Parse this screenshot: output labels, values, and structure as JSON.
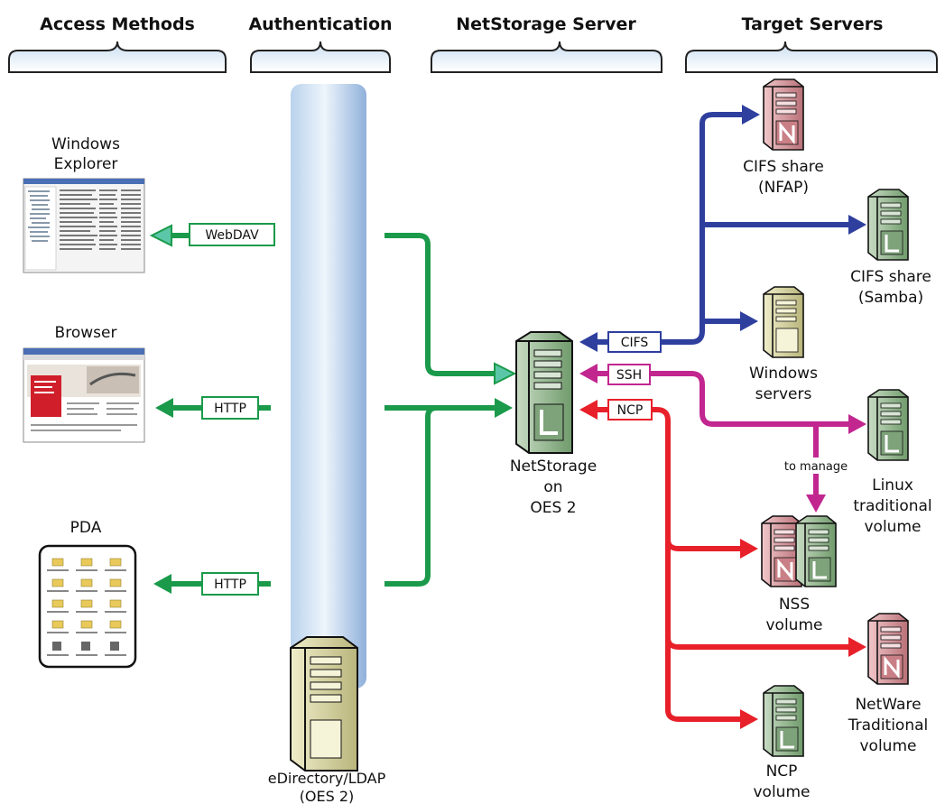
{
  "headers": {
    "access_methods": "Access Methods",
    "authentication": "Authentication",
    "netstorage_server": "NetStorage Server",
    "target_servers": "Target Servers"
  },
  "clients": {
    "windows_explorer": [
      "Windows",
      "Explorer"
    ],
    "browser": "Browser",
    "pda": "PDA"
  },
  "protocols": {
    "webdav": "WebDAV",
    "http_browser": "HTTP",
    "http_pda": "HTTP",
    "cifs": "CIFS",
    "ssh": "SSH",
    "ncp": "NCP",
    "to_manage": "to manage"
  },
  "netstorage": [
    "NetStorage",
    "on",
    "OES 2"
  ],
  "edirectory": [
    "eDirectory/LDAP",
    "(OES 2)"
  ],
  "targets": {
    "cifs_nfap": [
      "CIFS share",
      "(NFAP)"
    ],
    "cifs_samba": [
      "CIFS share",
      "(Samba)"
    ],
    "windows_servers": [
      "Windows",
      "servers"
    ],
    "linux_traditional": [
      "Linux",
      "traditional",
      "volume"
    ],
    "nss_volume": [
      "NSS",
      "volume"
    ],
    "netware_traditional": [
      "NetWare",
      "Traditional",
      "volume"
    ],
    "ncp_volume": [
      "NCP",
      "volume"
    ]
  },
  "colors": {
    "green": "#1a9a4a",
    "blue": "#2e3f9e",
    "magenta": "#c2268f",
    "red": "#e8202a",
    "server_green": "#8fb48c",
    "server_red": "#d9959a",
    "server_tan": "#d6d3a2"
  },
  "icons": {
    "server_letters": {
      "novell": "N",
      "linux": "L"
    }
  }
}
